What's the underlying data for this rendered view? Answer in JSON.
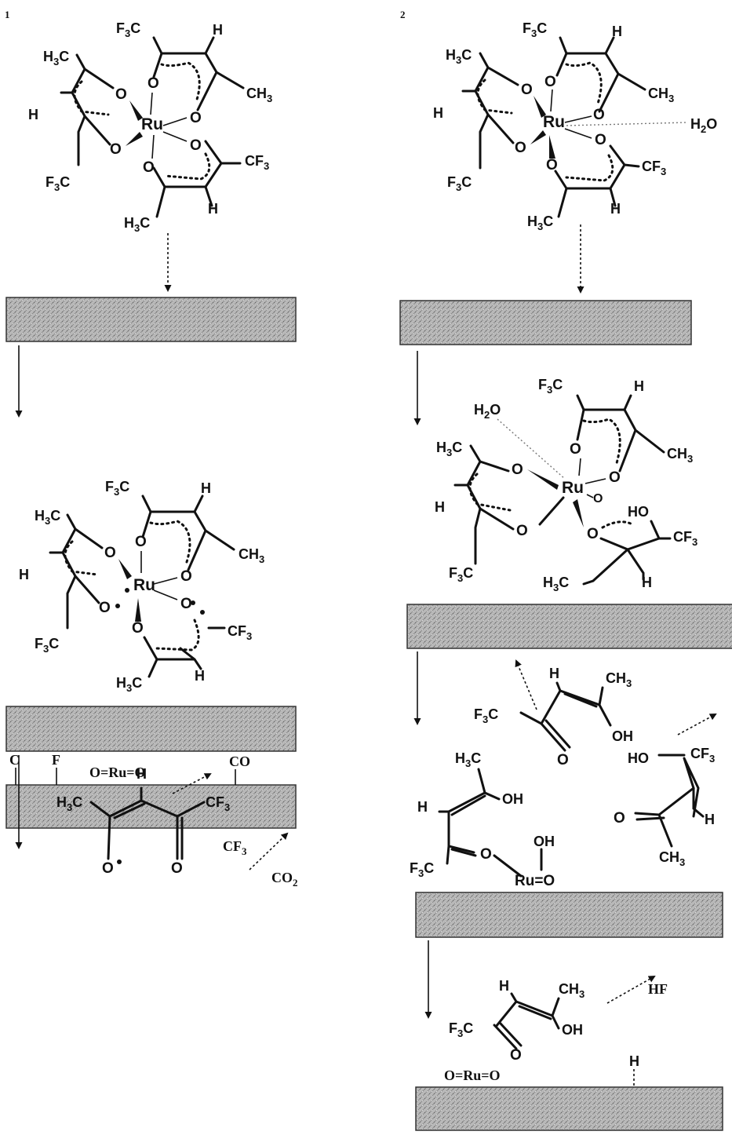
{
  "panels": [
    {
      "label": "1"
    },
    {
      "label": "2"
    }
  ],
  "atoms": {
    "ru": "Ru",
    "o": "O",
    "h": "H",
    "h3c": "H3C",
    "ch3": "CH3",
    "f3c": "F3C",
    "cf3": "CF3",
    "h2o": "H2O",
    "oh": "OH",
    "ho": "HO"
  },
  "species": {
    "cf3_radical": "CF3",
    "co2": "CO2",
    "hf": "HF",
    "ruo2": "O=Ru=O",
    "ru_o": "Ru=O",
    "c": "C",
    "f": "F",
    "co": "CO",
    "h": "H"
  },
  "colors": {
    "substrate_fill": "#b7b7b7",
    "ink": "#111111"
  }
}
